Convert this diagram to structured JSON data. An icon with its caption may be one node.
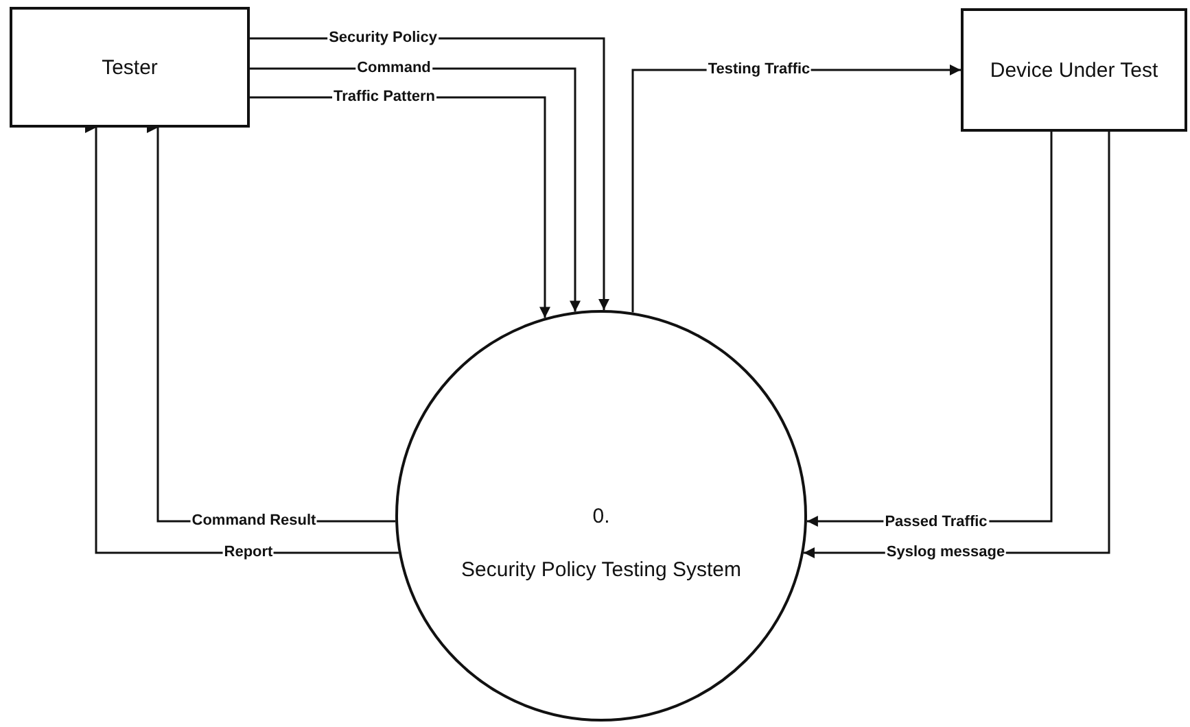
{
  "diagram": {
    "nodes": [
      {
        "text": [
          "Tester"
        ]
      },
      {
        "text": [
          "Device Under Test"
        ]
      },
      {
        "text": [
          "0.",
          "Security Policy Testing System"
        ]
      }
    ],
    "edges": [
      {
        "from": 0,
        "to": 2,
        "label": "Security Policy",
        "arrow": "to"
      },
      {
        "from": 0,
        "to": 2,
        "label": "Command",
        "arrow": "to"
      },
      {
        "from": 0,
        "to": 2,
        "label": "Traffic Pattern",
        "arrow": "to"
      },
      {
        "from": 2,
        "to": 1,
        "label": "Testing Traffic",
        "arrow": "to"
      },
      {
        "from": 1,
        "to": 2,
        "label": "Passed Traffic",
        "arrow": "to"
      },
      {
        "from": 1,
        "to": 2,
        "label": "Syslog message",
        "arrow": "to"
      },
      {
        "from": 2,
        "to": 0,
        "label": "Command Result",
        "arrow": "to"
      },
      {
        "from": 2,
        "to": 0,
        "label": "Report",
        "arrow": "to"
      }
    ]
  }
}
